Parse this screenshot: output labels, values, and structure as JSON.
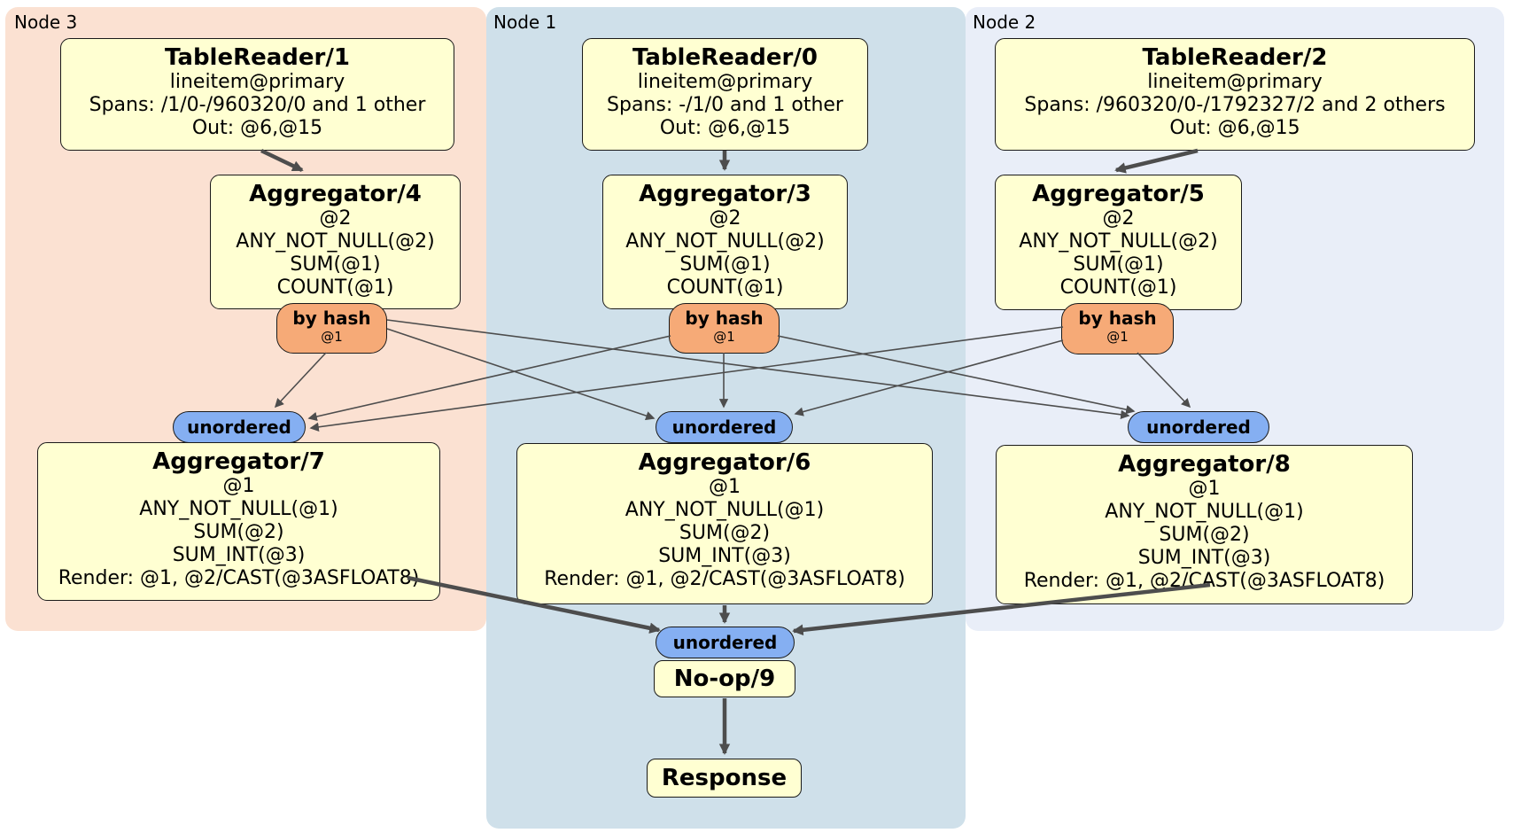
{
  "clusters": [
    {
      "id": "node3",
      "label": "Node 3"
    },
    {
      "id": "node1",
      "label": "Node 1"
    },
    {
      "id": "node2",
      "label": "Node 2"
    }
  ],
  "nodes": {
    "tr1": {
      "title": "TableReader/1",
      "lines": [
        "lineitem@primary",
        "Spans: /1/0-/960320/0 and 1 other",
        "Out: @6,@15"
      ]
    },
    "tr0": {
      "title": "TableReader/0",
      "lines": [
        "lineitem@primary",
        "Spans: -/1/0 and 1 other",
        "Out: @6,@15"
      ]
    },
    "tr2": {
      "title": "TableReader/2",
      "lines": [
        "lineitem@primary",
        "Spans: /960320/0-/1792327/2 and 2 others",
        "Out: @6,@15"
      ]
    },
    "agg4": {
      "title": "Aggregator/4",
      "lines": [
        "@2",
        "ANY_NOT_NULL(@2)",
        "SUM(@1)",
        "COUNT(@1)"
      ]
    },
    "agg3": {
      "title": "Aggregator/3",
      "lines": [
        "@2",
        "ANY_NOT_NULL(@2)",
        "SUM(@1)",
        "COUNT(@1)"
      ]
    },
    "agg5": {
      "title": "Aggregator/5",
      "lines": [
        "@2",
        "ANY_NOT_NULL(@2)",
        "SUM(@1)",
        "COUNT(@1)"
      ]
    },
    "byhash_left": {
      "title": "by hash",
      "sub": "@1"
    },
    "byhash_mid": {
      "title": "by hash",
      "sub": "@1"
    },
    "byhash_right": {
      "title": "by hash",
      "sub": "@1"
    },
    "unordered_left": {
      "label": "unordered"
    },
    "unordered_mid": {
      "label": "unordered"
    },
    "unordered_right": {
      "label": "unordered"
    },
    "unordered_bottom": {
      "label": "unordered"
    },
    "agg7": {
      "title": "Aggregator/7",
      "lines": [
        "@1",
        "ANY_NOT_NULL(@1)",
        "SUM(@2)",
        "SUM_INT(@3)",
        "Render: @1, @2/CAST(@3ASFLOAT8)"
      ]
    },
    "agg6": {
      "title": "Aggregator/6",
      "lines": [
        "@1",
        "ANY_NOT_NULL(@1)",
        "SUM(@2)",
        "SUM_INT(@3)",
        "Render: @1, @2/CAST(@3ASFLOAT8)"
      ]
    },
    "agg8": {
      "title": "Aggregator/8",
      "lines": [
        "@1",
        "ANY_NOT_NULL(@1)",
        "SUM(@2)",
        "SUM_INT(@3)",
        "Render: @1, @2/CAST(@3ASFLOAT8)"
      ]
    },
    "noop": {
      "title": "No-op/9"
    },
    "response": {
      "title": "Response"
    }
  },
  "colors": {
    "cluster_node3": "#fbe1d2",
    "cluster_node1": "#cfe0ea",
    "cluster_node2": "#e9eef8",
    "node_fill": "#ffffd2",
    "node_border": "#1a1a1a",
    "router_fill": "#f6aa77",
    "sync_fill": "#85aff2",
    "edge": "#4d4d4d",
    "text": "#000000"
  }
}
